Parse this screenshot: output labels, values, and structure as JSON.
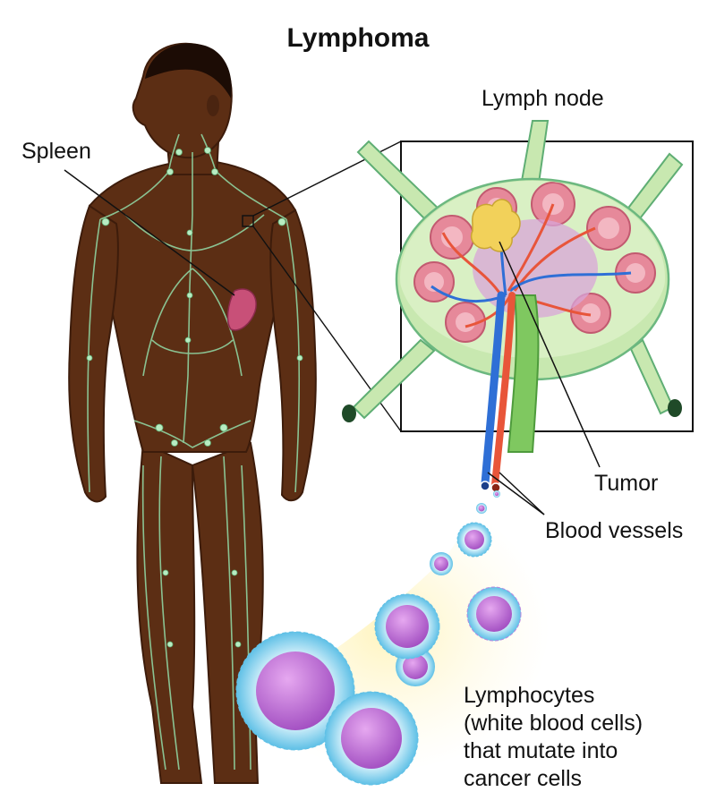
{
  "title": "Lymphoma",
  "labels": {
    "spleen": "Spleen",
    "lymph_node": "Lymph node",
    "tumor": "Tumor",
    "blood_vessels": "Blood vessels",
    "lymphocytes_lines": [
      "Lymphocytes",
      "(white blood cells)",
      "that mutate into",
      "cancer cells"
    ]
  },
  "colors": {
    "skin": "#5c2e14",
    "skin_shadow": "#3d1c0b",
    "lymph_vessels": "#8fd3a0",
    "spleen": "#c85078",
    "node_capsule": "#c8e8b0",
    "artery": "#e8553a",
    "vein": "#2f6fd6",
    "tumor": "#f2d15a",
    "cell_halo": "#8fd6ee",
    "cell_nucleus": "#c46fd6"
  }
}
